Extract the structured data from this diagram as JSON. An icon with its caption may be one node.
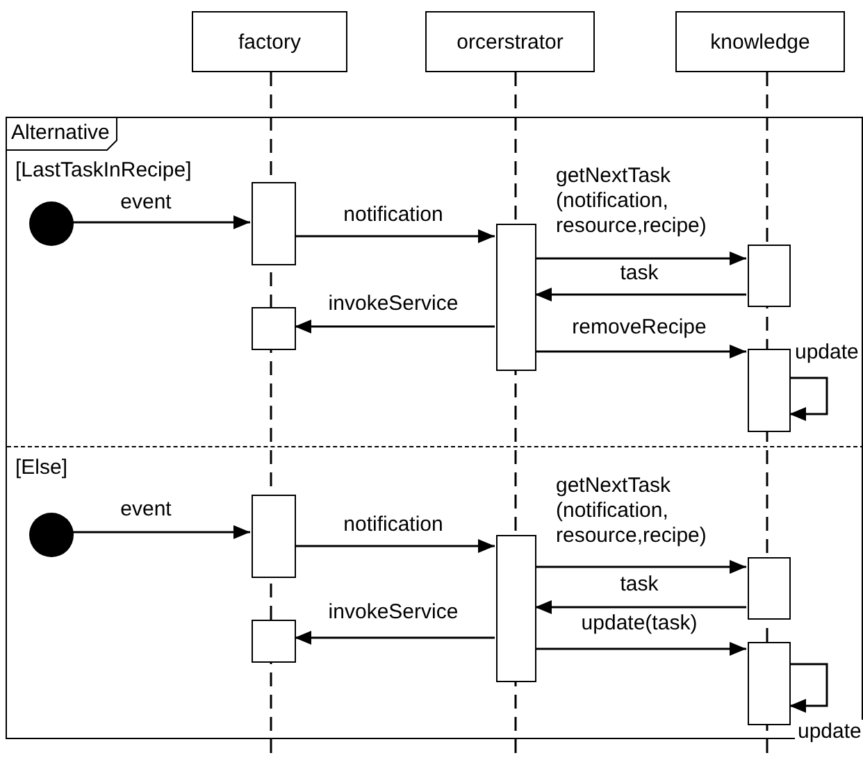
{
  "diagram": {
    "nodes": [
      {
        "text": [
          "factory"
        ]
      },
      {
        "text": [
          "orcerstrator"
        ]
      },
      {
        "text": [
          "knowledge"
        ]
      },
      {
        "text": [
          "Alternative"
        ]
      },
      {
        "text": [
          "[LastTaskInRecipe]"
        ],
        "in": 3
      },
      {
        "text": [
          "[Else]"
        ],
        "in": 3
      },
      {
        "text": [],
        "shape": "circle",
        "in": 4
      },
      {
        "text": [],
        "shape": "bar",
        "in": 4
      },
      {
        "text": [],
        "shape": "bar",
        "in": 4
      },
      {
        "text": [],
        "shape": "bar",
        "in": 4
      },
      {
        "text": [],
        "shape": "bar",
        "in": 4
      },
      {
        "text": [],
        "shape": "bar",
        "in": 4
      },
      {
        "text": [],
        "shape": "circle",
        "in": 5
      },
      {
        "text": [],
        "shape": "bar",
        "in": 5
      },
      {
        "text": [],
        "shape": "bar",
        "in": 5
      },
      {
        "text": [],
        "shape": "bar",
        "in": 5
      },
      {
        "text": [],
        "shape": "bar",
        "in": 5
      },
      {
        "text": [],
        "shape": "bar",
        "in": 5
      }
    ],
    "edges": [
      {
        "from": 6,
        "to": 7,
        "arrow": "to",
        "label": "event"
      },
      {
        "from": 7,
        "to": 8,
        "arrow": "to",
        "label": "notification"
      },
      {
        "from": 8,
        "to": 9,
        "arrow": "to",
        "label": "getNextTask (notification, resource,recipe)"
      },
      {
        "from": 9,
        "to": 8,
        "arrow": "to",
        "label": "task"
      },
      {
        "from": 8,
        "to": 10,
        "arrow": "to",
        "label": "invokeService"
      },
      {
        "from": 8,
        "to": 11,
        "arrow": "to",
        "label": "removeRecipe"
      },
      {
        "from": 11,
        "to": 11,
        "arrow": "to",
        "label": "update"
      },
      {
        "from": 12,
        "to": 13,
        "arrow": "to",
        "label": "event"
      },
      {
        "from": 13,
        "to": 14,
        "arrow": "to",
        "label": "notification"
      },
      {
        "from": 14,
        "to": 15,
        "arrow": "to",
        "label": "getNextTask (notification, resource,recipe)"
      },
      {
        "from": 15,
        "to": 14,
        "arrow": "to",
        "label": "task"
      },
      {
        "from": 14,
        "to": 16,
        "arrow": "to",
        "label": "invokeService"
      },
      {
        "from": 14,
        "to": 17,
        "arrow": "to",
        "label": "update(task)"
      },
      {
        "from": 17,
        "to": 17,
        "arrow": "to",
        "label": "update"
      }
    ]
  }
}
